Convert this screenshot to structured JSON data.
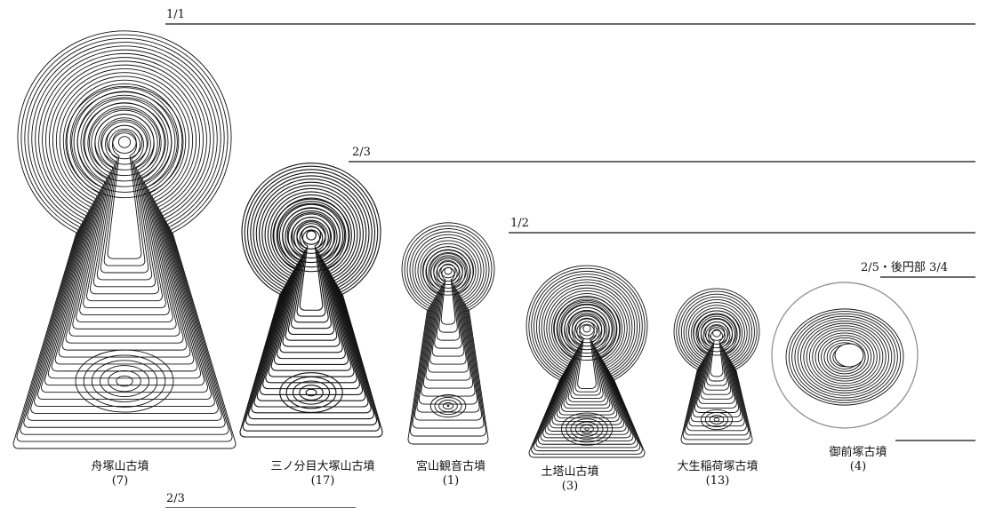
{
  "scales": {
    "s1": "1/1",
    "s2": "2/3",
    "s3": "1/2",
    "s4": "2/5・後円部 3/4",
    "s5": "2/3"
  },
  "tombs": [
    {
      "name": "舟塚山古墳",
      "num": "(7)"
    },
    {
      "name": "三ノ分目大塚山古墳",
      "num": "(17)"
    },
    {
      "name": "宮山観音古墳",
      "num": "(1)"
    },
    {
      "name": "土塔山古墳",
      "num": "(3)"
    },
    {
      "name": "大生稲荷塚古墳",
      "num": "(13)"
    },
    {
      "name": "御前塚古墳",
      "num": "(4)"
    }
  ]
}
